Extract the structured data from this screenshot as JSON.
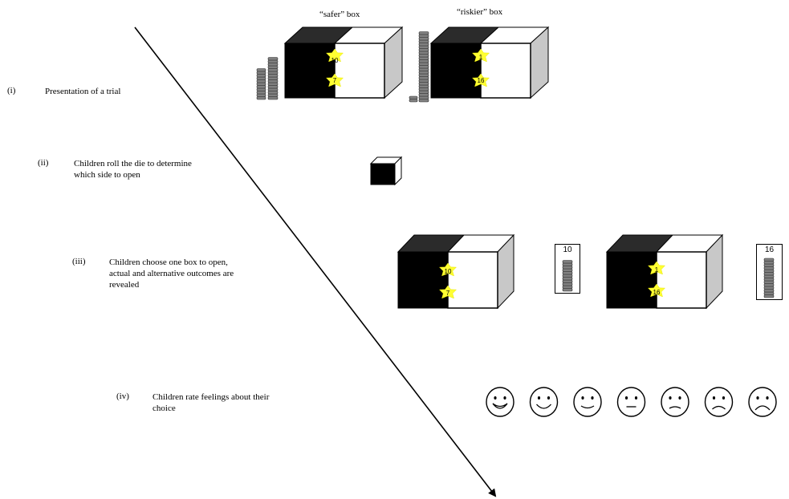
{
  "steps": [
    {
      "num": "(i)",
      "text": "Presentation of a trial"
    },
    {
      "num": "(ii)",
      "text_line1": "Children roll the die to determine",
      "text_line2": "which side to open"
    },
    {
      "num": "(iii)",
      "text_line1": "Children choose one box to open,",
      "text_line2": "actual and alternative outcomes are",
      "text_line3": "revealed"
    },
    {
      "num": "(iv)",
      "text_line1": "Children rate feelings about their",
      "text_line2": "choice"
    }
  ],
  "boxes": {
    "safer": {
      "label": "“safer” box",
      "top_star": "10",
      "bottom_star": "7"
    },
    "riskier": {
      "label": "“riskier” box",
      "top_star": "1",
      "bottom_star": "16"
    }
  },
  "outcome_cards": [
    {
      "value": "10"
    },
    {
      "value": "16"
    }
  ],
  "faces": [
    "very-happy",
    "happy",
    "slightly-happy",
    "neutral",
    "slightly-sad",
    "sad",
    "very-sad"
  ],
  "colors": {
    "star": "#ffff33",
    "box_dark": "#2b2b2b",
    "box_side": "#c8c8c8",
    "coin": "#808080"
  }
}
